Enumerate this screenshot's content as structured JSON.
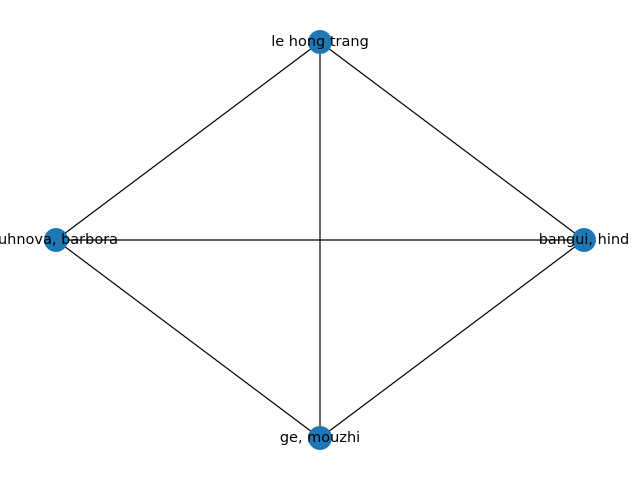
{
  "graph": {
    "node_color": "#1f77b4",
    "edge_color": "#000000",
    "nodes": [
      {
        "id": "n1",
        "label": "le hong trang"
      },
      {
        "id": "n2",
        "label": "bangui, hind"
      },
      {
        "id": "n3",
        "label": "ge, mouzhi"
      },
      {
        "id": "n4",
        "label": "juhnova, barbora"
      }
    ],
    "edges": [
      {
        "source": "n1",
        "target": "n2"
      },
      {
        "source": "n1",
        "target": "n3"
      },
      {
        "source": "n1",
        "target": "n4"
      },
      {
        "source": "n2",
        "target": "n3"
      },
      {
        "source": "n2",
        "target": "n4"
      },
      {
        "source": "n3",
        "target": "n4"
      }
    ]
  }
}
